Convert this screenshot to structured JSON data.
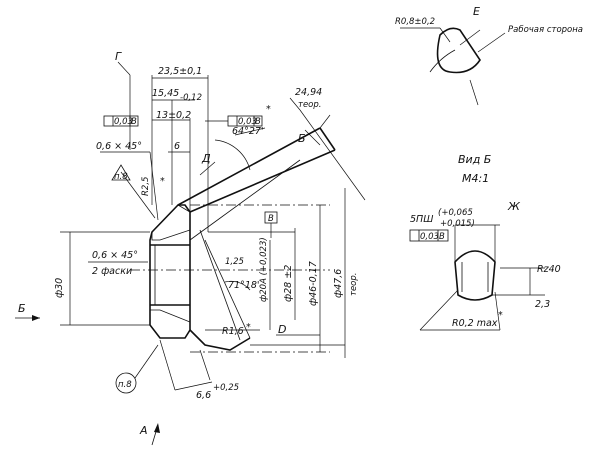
{
  "labels": {
    "g": "Г",
    "d235": "23,5±0,1",
    "d1545": "15,45",
    "d1545tol": "-0,12",
    "d13": "13±0,2",
    "tol003b_a": "0,03",
    "base_b_a": "В",
    "tol003b_b": "0,03",
    "base_b_b": "В",
    "star": "*",
    "ang64": "64°27'",
    "d2494": "24,94",
    "teor1": "теор.",
    "letter_b1": "Б",
    "chamfer1": "0,6 × 45°",
    "d6": "6",
    "letter_d": "Д",
    "p8a": "п.8",
    "r25": "R2,5",
    "star2": "*",
    "chamfer2": "0,6 × 45°",
    "faski": "2 фаски",
    "d30": "ф30",
    "letter_b_arrow": "Б",
    "d125": "1,25",
    "d20a": "ф20А (+0,023)",
    "ang71": "71°18'",
    "d28": "ф28 ±2",
    "d46": "ф46-0,17",
    "d476": "ф47,6",
    "teor2": "теор.",
    "base_v": "В",
    "r16": "R1,6",
    "star3": "*",
    "letter_d2": "D",
    "p8b": "п.8",
    "d66": "6,6",
    "d66tol": "+0,25",
    "letter_a": "А",
    "r08": "R0,8±0,2",
    "letter_e": "Е",
    "rabochaya": "Рабочая сторона",
    "vid_b": "Вид Б",
    "m41": "М4:1",
    "letter_zh": "Ж",
    "shp": "5ПШ",
    "shp_tol1": "(+0,065",
    "shp_tol2": "+0,015)",
    "tol003b_c": "0,03",
    "base_b_c": "В",
    "rz40": "Rz40",
    "d23": "2,3",
    "r02": "R0,2 max",
    "star4": "*"
  }
}
